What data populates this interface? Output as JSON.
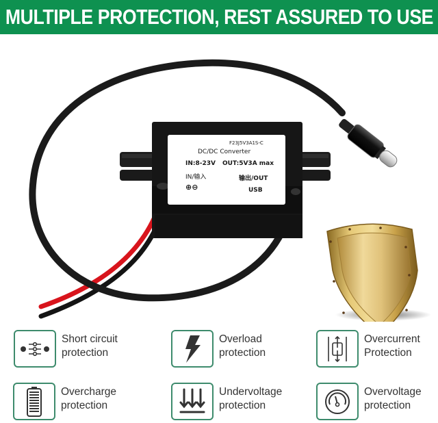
{
  "banner": {
    "title": "MULTIPLE PROTECTION, REST ASSURED TO USE",
    "background": "#0e9150",
    "text_color": "#ffffff"
  },
  "product": {
    "image_description": "Black DC/DC converter module with red/black input wires and a USB-C output cable; gold shield beside it",
    "label": {
      "model": "F23J5V3A1S-C",
      "title": "DC/DC Converter",
      "input_spec": "IN:8-23V",
      "output_spec": "OUT:5V3A max",
      "input_label": "IN/输入",
      "output_label": "输出/OUT",
      "polarity": "⊕⊖",
      "output_type": "USB"
    },
    "colors": {
      "cable": "#1b1b1b",
      "red_wire": "#d8141c",
      "shield_gold": "#c9a24a"
    }
  },
  "features": {
    "border_color": "#3d8b6c",
    "items": [
      {
        "icon": "short-circuit-icon",
        "line1": "Short circuit",
        "line2": "protection"
      },
      {
        "icon": "lightning-icon",
        "line1": "Overload",
        "line2": "protection"
      },
      {
        "icon": "overcurrent-icon",
        "line1": "Overcurrent",
        "line2": "Protection"
      },
      {
        "icon": "battery-icon",
        "line1": "Overcharge",
        "line2": "protection"
      },
      {
        "icon": "down-arrows-icon",
        "line1": "Undervoltage",
        "line2": "protection"
      },
      {
        "icon": "gauge-icon",
        "line1": "Overvoltage",
        "line2": "protection"
      }
    ]
  }
}
